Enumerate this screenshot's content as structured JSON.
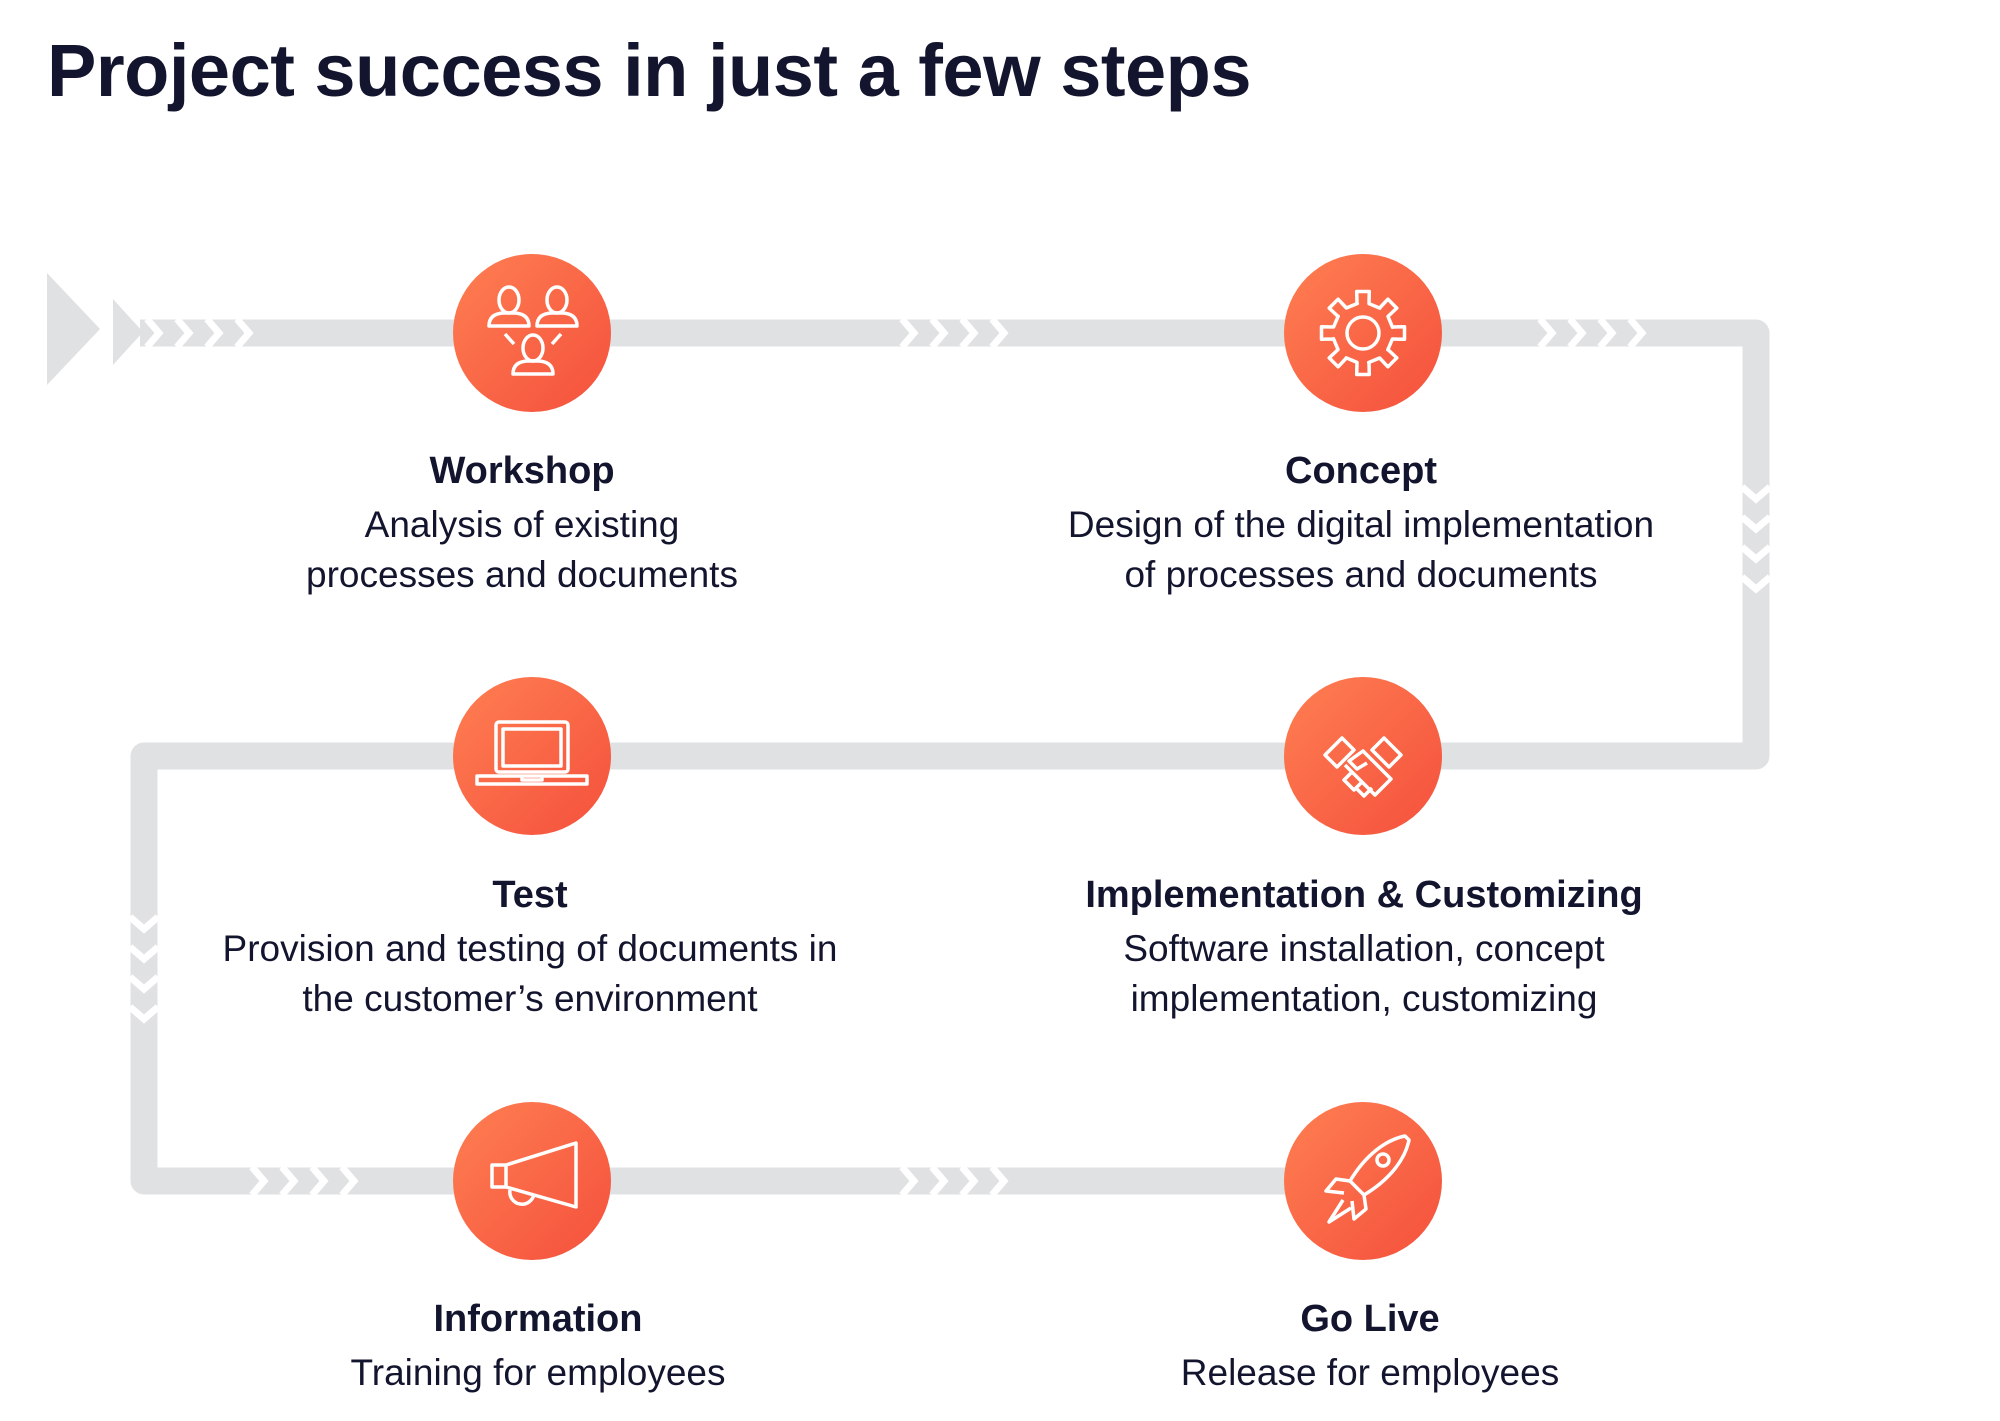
{
  "title": "Project success in just a few steps",
  "colors": {
    "accent_start": "#ff7a50",
    "accent_end": "#f4503c",
    "track": "#dfe1e3",
    "text": "#13142e"
  },
  "steps": [
    {
      "title": "Workshop",
      "desc": [
        "Analysis of existing",
        "processes and documents"
      ],
      "icon": "people-group-icon"
    },
    {
      "title": "Concept",
      "desc": [
        "Design of the digital implementation",
        "of processes and documents"
      ],
      "icon": "gear-icon"
    },
    {
      "title": "Test",
      "desc": [
        "Provision and testing of documents in",
        "the customer’s environment"
      ],
      "icon": "laptop-icon"
    },
    {
      "title": "Implementation & Customizing",
      "desc": [
        "Software installation, concept",
        "implementation, customizing"
      ],
      "icon": "handshake-icon"
    },
    {
      "title": "Information",
      "desc": [
        "Training for employees"
      ],
      "icon": "megaphone-icon"
    },
    {
      "title": "Go Live",
      "desc": [
        "Release for employees"
      ],
      "icon": "rocket-icon"
    }
  ]
}
